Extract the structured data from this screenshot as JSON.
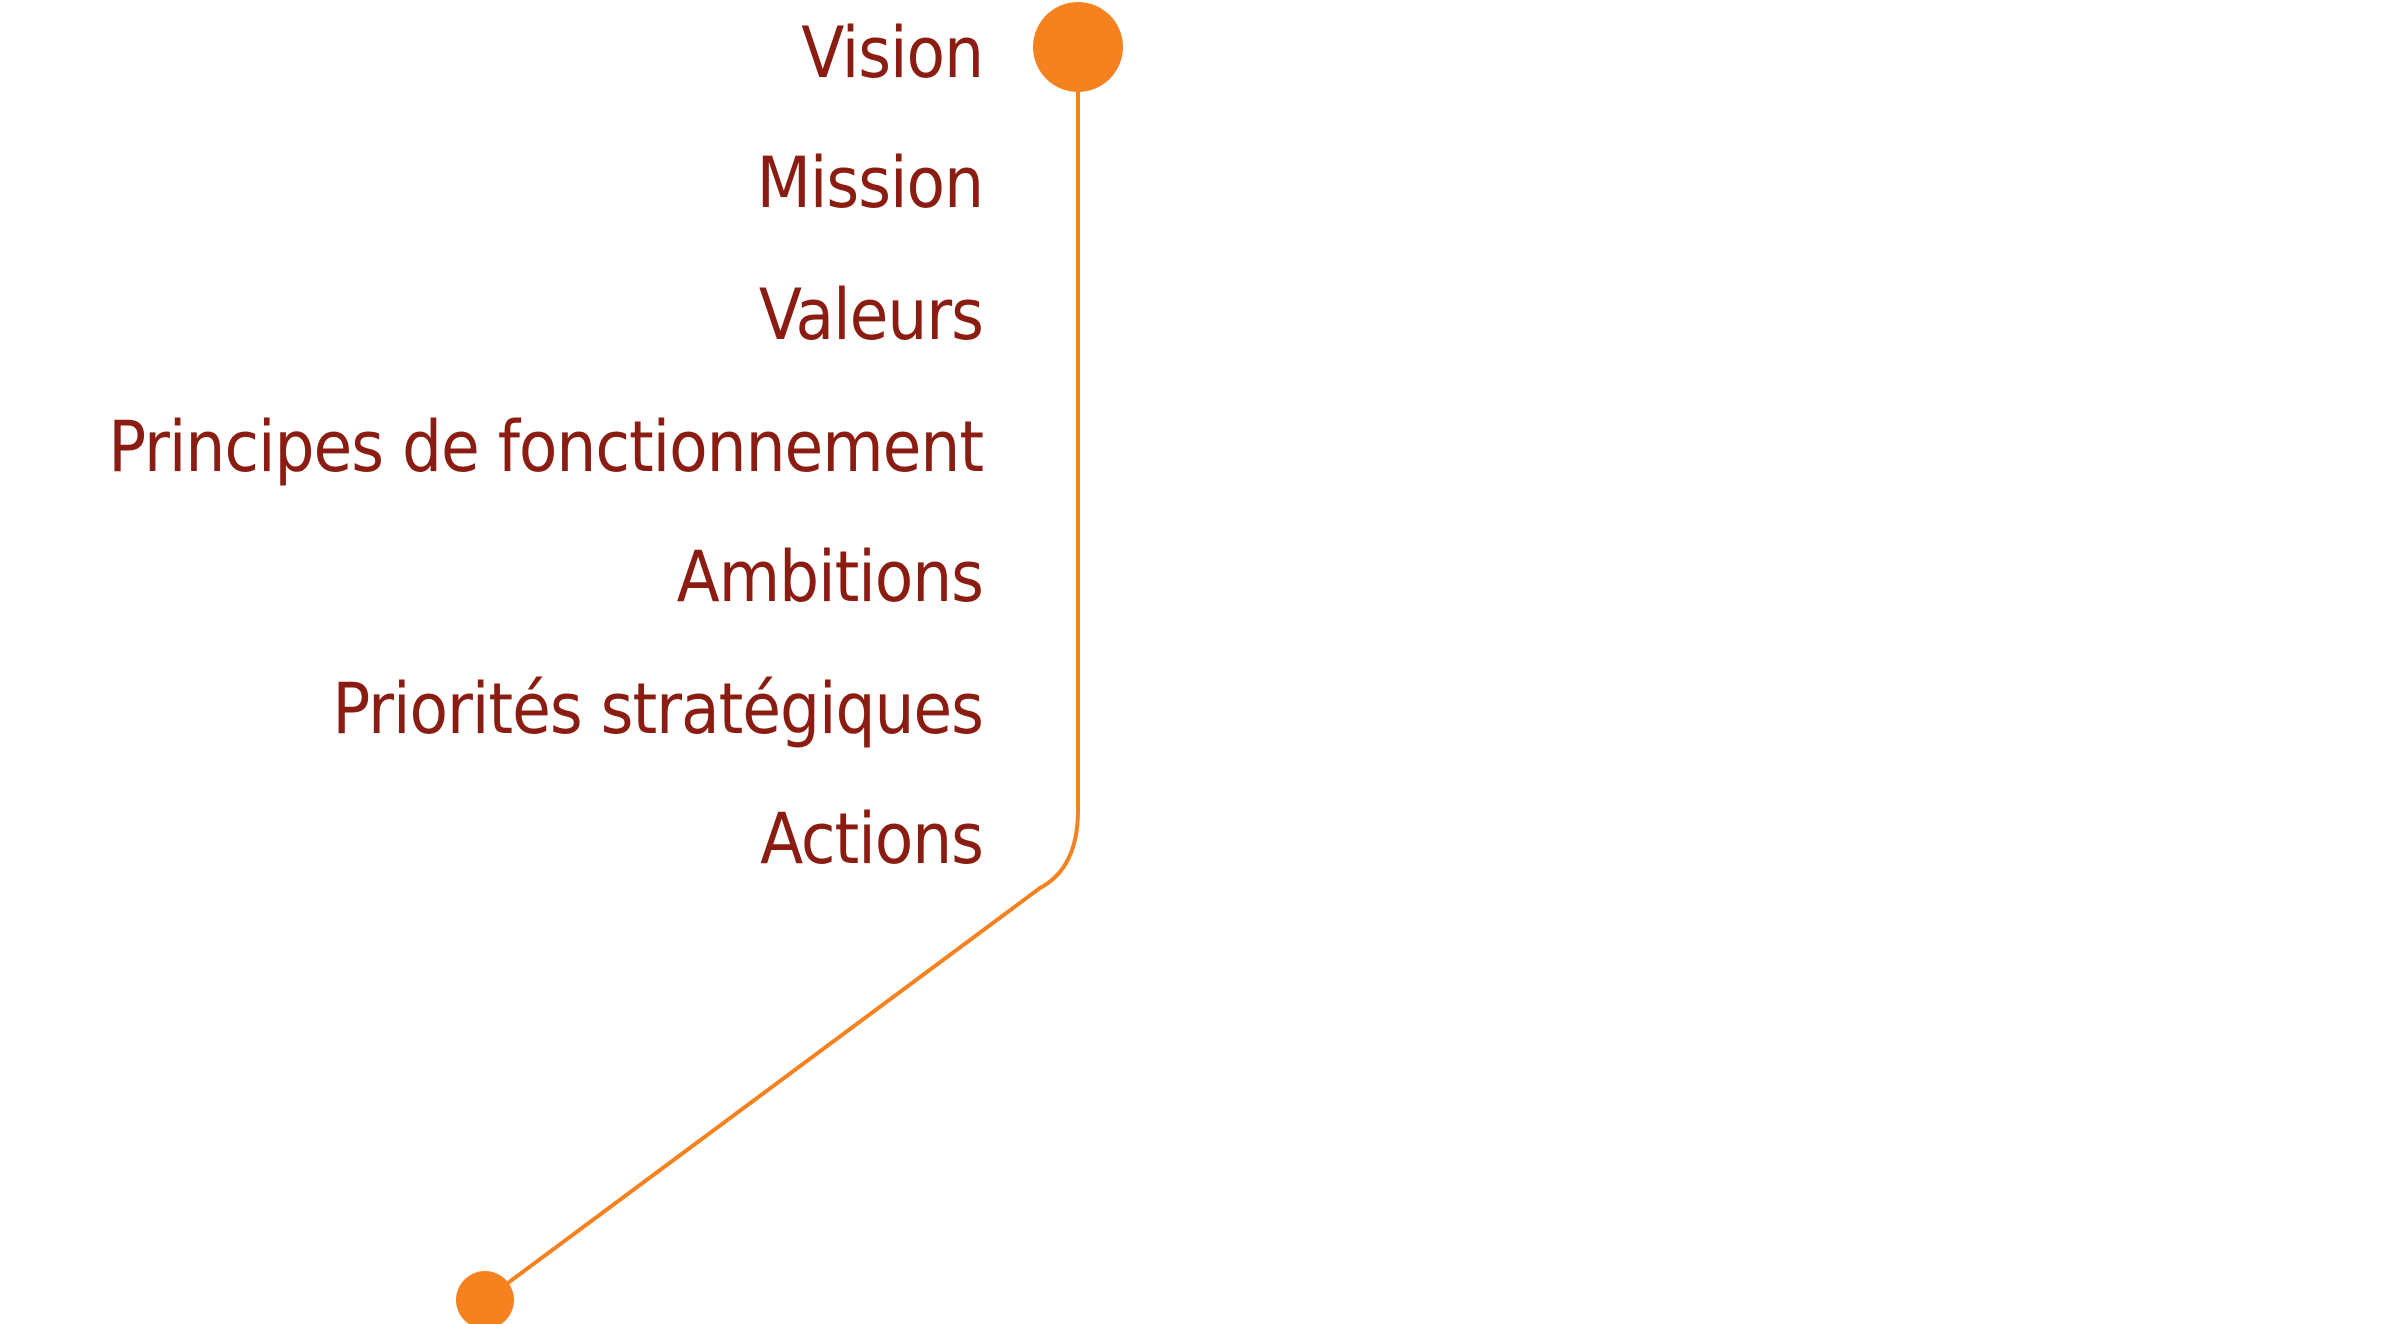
{
  "diagram": {
    "items": [
      {
        "label": "Vision"
      },
      {
        "label": "Mission"
      },
      {
        "label": "Valeurs"
      },
      {
        "label": "Principes de fonctionnement"
      },
      {
        "label": "Ambitions"
      },
      {
        "label": "Priorités stratégiques"
      },
      {
        "label": "Actions"
      }
    ],
    "colors": {
      "text": "#8a1c12",
      "accent": "#f5821f"
    }
  }
}
